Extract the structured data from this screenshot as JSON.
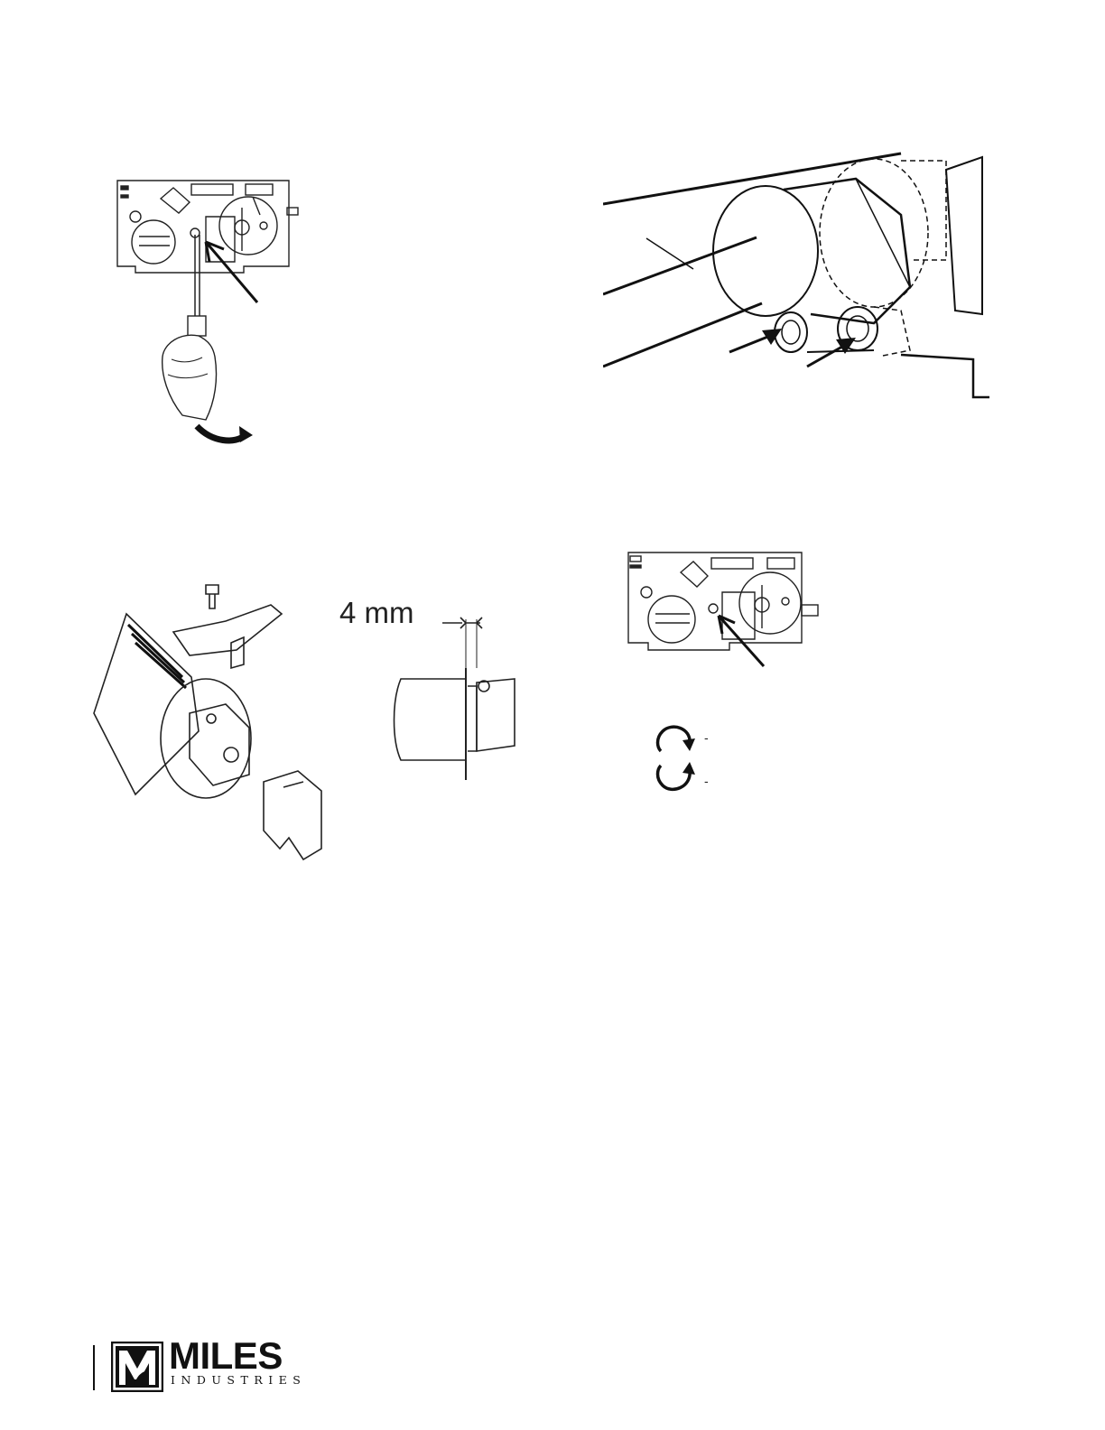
{
  "figures": {
    "gap_label": "4 mm",
    "rotation_marks": [
      "-",
      "-"
    ]
  },
  "footer": {
    "logo_word": "MILES",
    "logo_sub": "INDUSTRIES"
  }
}
